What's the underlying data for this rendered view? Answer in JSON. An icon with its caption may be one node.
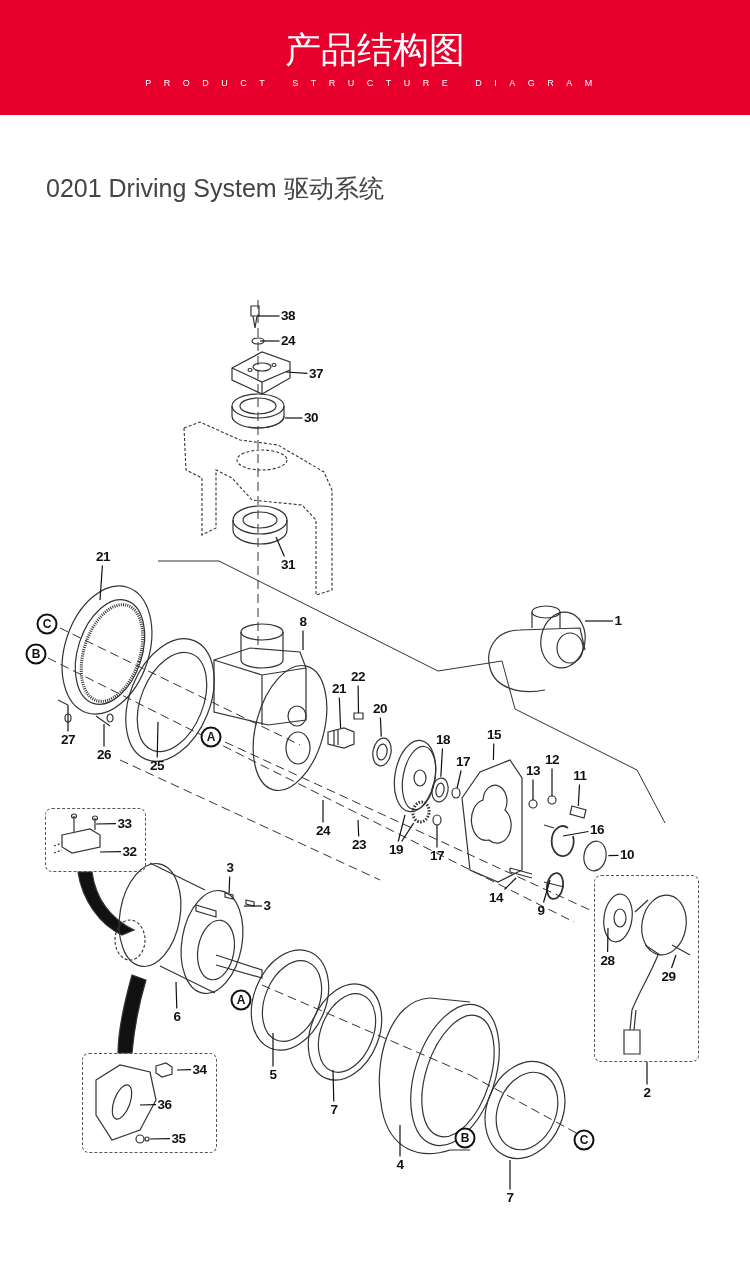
{
  "diagram": {
    "title": "产品结构图",
    "nodes": [
      {
        "text": [
          "38"
        ]
      },
      {
        "text": [
          "24"
        ]
      },
      {
        "text": [
          "37"
        ]
      },
      {
        "text": [
          "30"
        ]
      },
      {
        "text": [
          "31"
        ]
      },
      {
        "text": [
          "21"
        ]
      },
      {
        "text": [
          "C"
        ]
      },
      {
        "text": [
          "8"
        ]
      },
      {
        "text": [
          "1"
        ]
      },
      {
        "text": [
          "B"
        ]
      },
      {
        "text": [
          "22"
        ]
      },
      {
        "text": [
          "21"
        ]
      },
      {
        "text": [
          "20"
        ]
      },
      {
        "text": [
          "27"
        ]
      },
      {
        "text": [
          "A"
        ]
      },
      {
        "text": [
          "15"
        ]
      },
      {
        "text": [
          "18"
        ]
      },
      {
        "text": [
          "26"
        ]
      },
      {
        "text": [
          "17"
        ]
      },
      {
        "text": [
          "25"
        ]
      },
      {
        "text": [
          "13"
        ]
      },
      {
        "text": [
          "12"
        ]
      },
      {
        "text": [
          "11"
        ]
      },
      {
        "text": [],
        "shape": "box"
      },
      {
        "text": [
          "33"
        ],
        "in": 23
      },
      {
        "text": [
          "32"
        ],
        "in": 23
      },
      {
        "text": [
          "24"
        ]
      },
      {
        "text": [
          "23"
        ]
      },
      {
        "text": [
          "16"
        ]
      },
      {
        "text": [
          "19"
        ]
      },
      {
        "text": [
          "10"
        ]
      },
      {
        "text": [
          "17"
        ]
      },
      {
        "text": [
          "3"
        ]
      },
      {
        "text": [],
        "shape": "box"
      },
      {
        "text": [
          "14"
        ]
      },
      {
        "text": [
          "9"
        ]
      },
      {
        "text": [
          "3"
        ]
      },
      {
        "text": [
          "28"
        ],
        "in": 33
      },
      {
        "text": [
          "29"
        ],
        "in": 33
      },
      {
        "text": [
          "A"
        ]
      },
      {
        "text": [
          "6"
        ]
      },
      {
        "text": [],
        "shape": "box"
      },
      {
        "text": [
          "34"
        ],
        "in": 41
      },
      {
        "text": [
          "5"
        ]
      },
      {
        "text": [
          "36"
        ],
        "in": 41
      },
      {
        "text": [
          "2"
        ]
      },
      {
        "text": [
          "7"
        ]
      },
      {
        "text": [
          "35"
        ],
        "in": 41
      },
      {
        "text": [
          "B"
        ]
      },
      {
        "text": [
          "C"
        ]
      },
      {
        "text": [
          "4"
        ]
      },
      {
        "text": [
          "7"
        ]
      },
      {
        "text": [],
        "shape": "box"
      },
      {
        "text": [],
        "shape": "picture"
      },
      {
        "text": [],
        "shape": "picture"
      },
      {
        "text": [],
        "shape": "picture"
      },
      {
        "text": [],
        "shape": "circle"
      },
      {
        "text": [],
        "shape": "box"
      },
      {
        "text": [],
        "shape": "circle"
      },
      {
        "text": [],
        "shape": "box"
      },
      {
        "text": [],
        "shape": "circle"
      },
      {
        "text": [],
        "shape": "circle"
      },
      {
        "text": [],
        "shape": "circle"
      },
      {
        "text": [],
        "shape": "picture"
      },
      {
        "text": [],
        "shape": "circle"
      },
      {
        "text": [],
        "shape": "bar"
      },
      {
        "text": [],
        "shape": "circle"
      }
    ],
    "edges": [
      {
        "from": 0,
        "to": null,
        "arrow": "none"
      },
      {
        "from": 1,
        "to": null,
        "arrow": "none"
      },
      {
        "from": 2,
        "to": null,
        "arrow": "none"
      },
      {
        "from": 3,
        "to": null,
        "arrow": "none"
      },
      {
        "from": 4,
        "to": null,
        "arrow": "none"
      },
      {
        "from": 5,
        "to": null,
        "arrow": "none"
      },
      {
        "from": 7,
        "to": null,
        "arrow": "none"
      },
      {
        "from": 8,
        "to": null,
        "arrow": "none"
      },
      {
        "from": 10,
        "to": 52,
        "arrow": "none"
      },
      {
        "from": 11,
        "to": 53,
        "arrow": "none"
      },
      {
        "from": 12,
        "to": 66,
        "arrow": "none"
      },
      {
        "from": 13,
        "to": null,
        "arrow": "none"
      },
      {
        "from": 15,
        "to": 54,
        "arrow": "none"
      },
      {
        "from": 16,
        "to": 55,
        "arrow": "none"
      },
      {
        "from": 17,
        "to": null,
        "arrow": "none"
      },
      {
        "from": 18,
        "to": 60,
        "arrow": "none"
      },
      {
        "from": 19,
        "to": null,
        "arrow": "none"
      },
      {
        "from": 20,
        "to": 61,
        "arrow": "none"
      },
      {
        "from": 21,
        "to": 56,
        "arrow": "none"
      },
      {
        "from": 22,
        "to": 57,
        "arrow": "none"
      },
      {
        "from": 24,
        "to": null,
        "arrow": "none"
      },
      {
        "from": 25,
        "to": null,
        "arrow": "none"
      },
      {
        "from": 26,
        "to": null,
        "arrow": "none"
      },
      {
        "from": 27,
        "to": null,
        "arrow": "none"
      },
      {
        "from": 28,
        "to": null,
        "arrow": "none"
      },
      {
        "from": 29,
        "to": 63,
        "arrow": "none"
      },
      {
        "from": 29,
        "to": 62,
        "arrow": "none"
      },
      {
        "from": 30,
        "to": 58,
        "arrow": "none"
      },
      {
        "from": 31,
        "to": 64,
        "arrow": "none"
      },
      {
        "from": 32,
        "to": 59,
        "arrow": "none"
      },
      {
        "from": 34,
        "to": 65,
        "arrow": "none"
      },
      {
        "from": 35,
        "to": null,
        "arrow": "none"
      },
      {
        "from": 36,
        "to": null,
        "arrow": "none"
      },
      {
        "from": 37,
        "to": null,
        "arrow": "none"
      },
      {
        "from": 38,
        "to": null,
        "arrow": "none"
      },
      {
        "from": 40,
        "to": null,
        "arrow": "none"
      },
      {
        "from": 42,
        "to": null,
        "arrow": "none"
      },
      {
        "from": 43,
        "to": null,
        "arrow": "none"
      },
      {
        "from": 44,
        "to": null,
        "arrow": "none"
      },
      {
        "from": 45,
        "to": 33,
        "arrow": "none"
      },
      {
        "from": 46,
        "to": null,
        "arrow": "none"
      },
      {
        "from": 47,
        "to": null,
        "arrow": "none"
      },
      {
        "from": 50,
        "to": null,
        "arrow": "none"
      },
      {
        "from": 51,
        "to": null,
        "arrow": "none"
      }
    ],
    "labels": [
      "PRODUCT STRUCTURE DIAGRAM",
      "0201 Driving System 驱动系统"
    ]
  }
}
